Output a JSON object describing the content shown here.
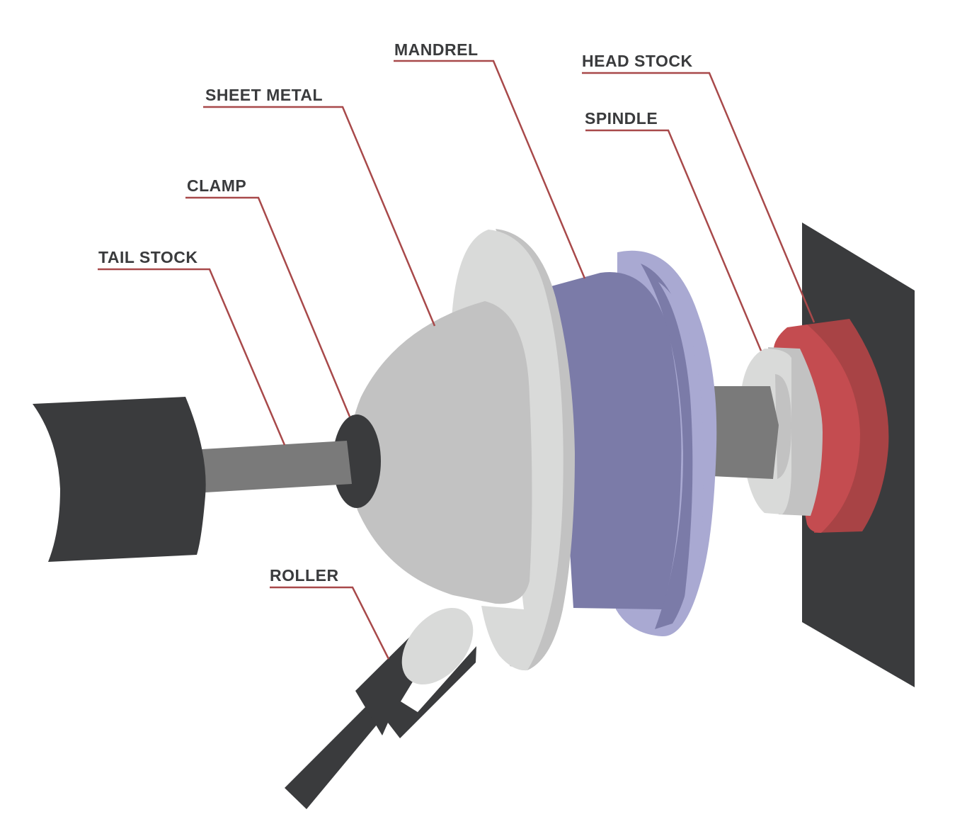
{
  "colors": {
    "dark": "#3a3b3d",
    "rod": "#7a7a7a",
    "sheet_metal": "#c2c2c2",
    "sheet_metal_light": "#d9dad9",
    "mandrel": "#7b7ba8",
    "mandrel_light": "#a9a9d2",
    "head_stock": "#a84345",
    "head_stock_light": "#c44c50",
    "leader": "#a8494a",
    "label_text": "#3a3b3d"
  },
  "labels": {
    "mandrel": "MANDREL",
    "head_stock": "HEAD STOCK",
    "sheet_metal": "SHEET METAL",
    "spindle": "SPINDLE",
    "clamp": "CLAMP",
    "tail_stock": "TAIL STOCK",
    "roller": "ROLLER"
  }
}
